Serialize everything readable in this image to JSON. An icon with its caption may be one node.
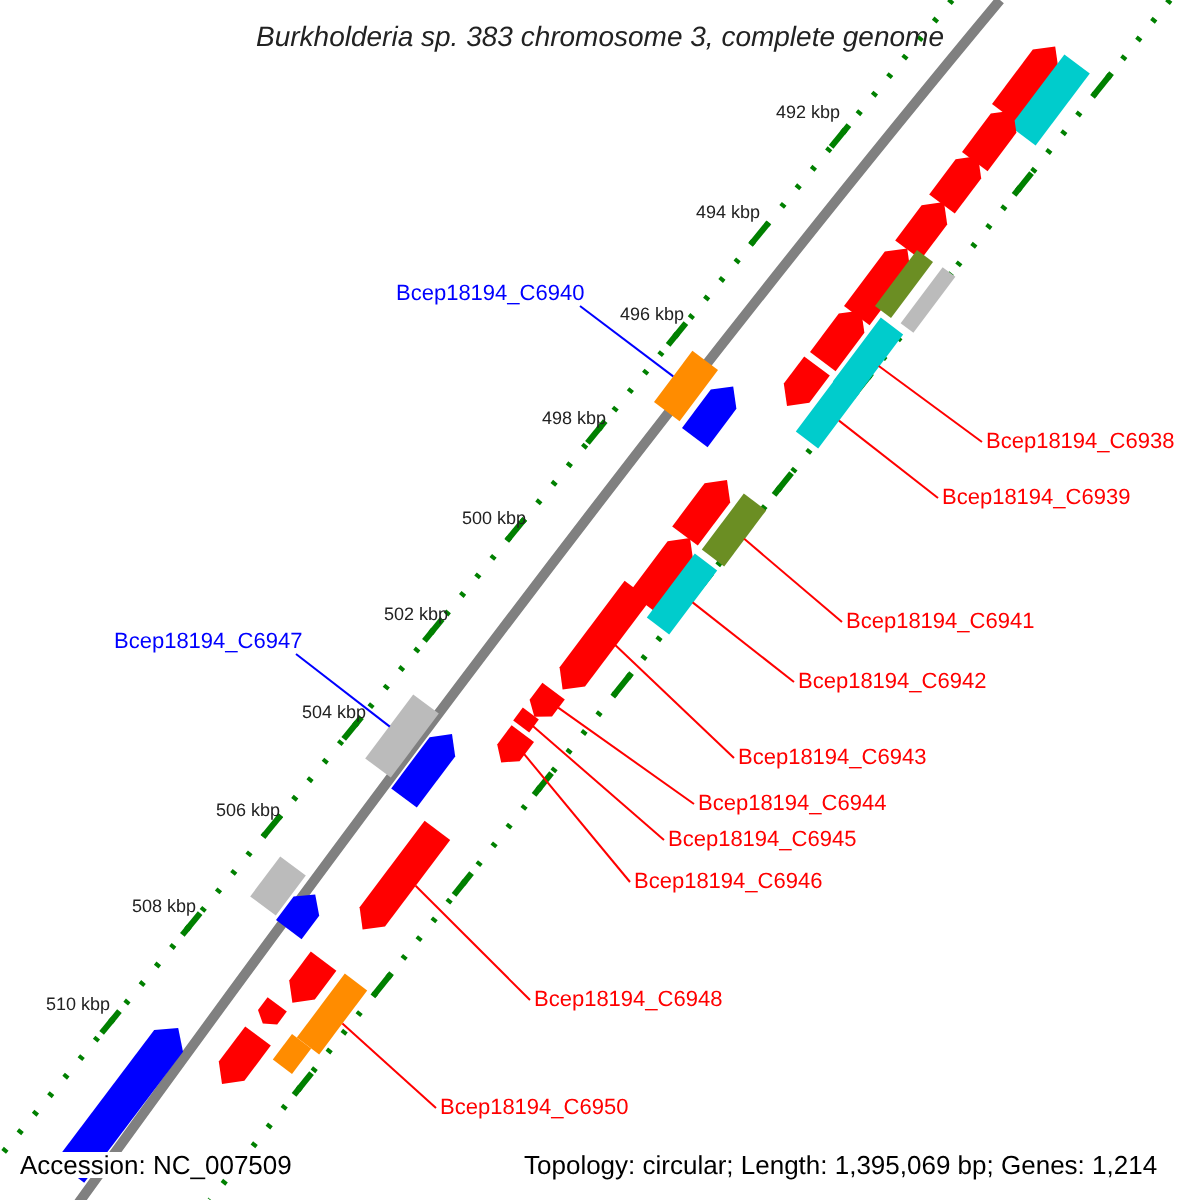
{
  "diagram": {
    "title": "Burkholderia sp. 383 chromosome 3, complete genome",
    "nodes": [
      {
        "text": [
          "Bcep18194_C6940"
        ]
      },
      {
        "text": [
          "Bcep18194_C6938"
        ]
      },
      {
        "text": [
          "Bcep18194_C6939"
        ]
      },
      {
        "text": [
          "Bcep18194_C6941"
        ]
      },
      {
        "text": [
          "Bcep18194_C6947"
        ]
      },
      {
        "text": [
          "Bcep18194_C6942"
        ]
      },
      {
        "text": [
          "Bcep18194_C6943"
        ]
      },
      {
        "text": [
          "Bcep18194_C6944"
        ]
      },
      {
        "text": [
          "Bcep18194_C6945"
        ]
      },
      {
        "text": [
          "Bcep18194_C6946"
        ]
      },
      {
        "text": [
          "Bcep18194_C6948"
        ]
      },
      {
        "text": [
          "Bcep18194_C6950"
        ]
      },
      {
        "text": [],
        "shape": "bar"
      },
      {
        "text": [],
        "shape": "bar"
      },
      {
        "text": [],
        "shape": "bar"
      },
      {
        "text": [],
        "shape": "bar"
      },
      {
        "text": [],
        "shape": "bar"
      },
      {
        "text": [],
        "shape": "bar"
      },
      {
        "text": [],
        "shape": "bar"
      },
      {
        "text": [],
        "shape": "bar"
      },
      {
        "text": [],
        "shape": "bar"
      },
      {
        "text": [],
        "shape": "bar"
      },
      {
        "text": [],
        "shape": "bar"
      },
      {
        "text": [],
        "shape": "bar"
      },
      {
        "text": [],
        "shape": "bar"
      },
      {
        "text": [],
        "shape": "bar"
      },
      {
        "text": [],
        "shape": "bar"
      },
      {
        "text": [],
        "shape": "bar"
      },
      {
        "text": [],
        "shape": "bar"
      },
      {
        "text": [],
        "shape": "bar"
      },
      {
        "text": [],
        "shape": "bar"
      },
      {
        "text": [],
        "shape": "bar"
      },
      {
        "text": [],
        "shape": "bar"
      },
      {
        "text": [],
        "shape": "bar"
      },
      {
        "text": [],
        "shape": "bar"
      },
      {
        "text": [],
        "shape": "bar"
      },
      {
        "text": [],
        "shape": "bar"
      },
      {
        "text": [],
        "shape": "bar"
      },
      {
        "text": [],
        "shape": "bar"
      },
      {
        "text": [],
        "shape": "bar"
      },
      {
        "text": [],
        "shape": "bar"
      },
      {
        "text": [],
        "shape": "bar"
      },
      {
        "text": [],
        "shape": "bar"
      },
      {
        "text": [],
        "shape": "bar"
      },
      {
        "text": [],
        "shape": "bar"
      }
    ],
    "edges": [
      {
        "from": 0,
        "to": 24,
        "arrow": "none",
        "color": "#0000ff"
      },
      {
        "from": 1,
        "to": 21,
        "arrow": "none"
      },
      {
        "from": 2,
        "to": 23,
        "arrow": "none"
      },
      {
        "from": 3,
        "to": 27,
        "arrow": "none"
      },
      {
        "from": 4,
        "to": 34,
        "arrow": "none",
        "color": "#0000ff"
      },
      {
        "from": 5,
        "to": 29,
        "arrow": "none"
      },
      {
        "from": 6,
        "to": 30,
        "arrow": "none"
      },
      {
        "from": 7,
        "to": 31,
        "arrow": "none"
      },
      {
        "from": 8,
        "to": 32,
        "arrow": "none"
      },
      {
        "from": 9,
        "to": 33,
        "arrow": "none"
      },
      {
        "from": 10,
        "to": 36,
        "arrow": "none"
      },
      {
        "from": 11,
        "to": 40,
        "arrow": "none"
      }
    ],
    "labels": [
      "492 kbp",
      "494 kbp",
      "496 kbp",
      "498 kbp",
      "500 kbp",
      "502 kbp",
      "504 kbp",
      "506 kbp",
      "508 kbp",
      "510 kbp",
      "Accession: NC_007509",
      "Topology: circular; Length: 1,395,069 bp; Genes: 1,214"
    ]
  }
}
